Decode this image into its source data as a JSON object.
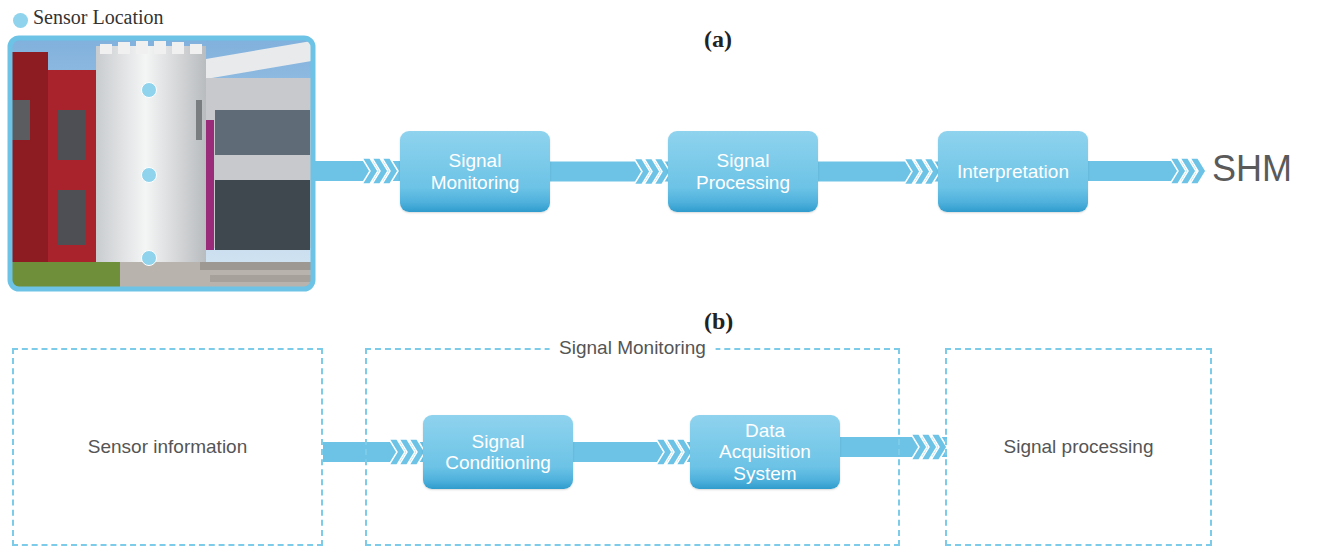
{
  "diagram": {
    "nodes": [
      {
        "text": [
          "Signal Monitoring"
        ]
      },
      {
        "text": [
          "Signal Processing"
        ]
      },
      {
        "text": [
          "Interpretation"
        ]
      },
      {
        "text": [
          "Sensor information"
        ]
      },
      {
        "text": [
          "Signal Monitoring"
        ]
      },
      {
        "text": [
          "Signal Conditioning"
        ],
        "in": 4
      },
      {
        "text": [
          "Data Acquisition System"
        ],
        "in": 4
      },
      {
        "text": [
          "Signal processing"
        ]
      }
    ],
    "edges": [
      {
        "from": 0,
        "to": 1,
        "arrow": "to"
      },
      {
        "from": 1,
        "to": 2,
        "arrow": "to"
      },
      {
        "from": 3,
        "to": 5,
        "arrow": "to"
      },
      {
        "from": 5,
        "to": 6,
        "arrow": "to"
      },
      {
        "from": 6,
        "to": 7,
        "arrow": "to"
      }
    ],
    "labels": [
      "(a)",
      "SHM",
      "(b)"
    ],
    "legend": [
      {
        "text": "Sensor Location",
        "color": "#8fd3ec"
      }
    ]
  }
}
